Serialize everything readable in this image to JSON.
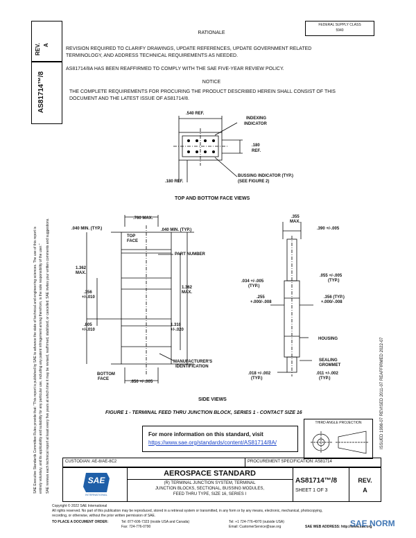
{
  "left_notice": {
    "line1": "SAE Executive Standards Committee Rules provide that: \"This report is published by SAE to advance the state of technical and engineering sciences. The use of this report is",
    "line2": "entirely voluntary, and its applicability and suitability for any particular use, including any patent infringement arising therefrom, is the sole responsibility of the user.\"",
    "line3": "SAE reviews each technical report at least every five years at which time it may be revised, reaffirmed, stabilized, or cancelled. SAE invites your written comments and suggestions."
  },
  "rev_block": {
    "label": "REV.",
    "value": "A"
  },
  "doc_id_vertical": "AS81714™/8",
  "date_block": {
    "label": "FEDERAL SUPPLY CLASS",
    "value": "5940"
  },
  "rationale": {
    "heading": "RATIONALE",
    "para1_line1": "REVISION REQUIRED TO CLARIFY DRAWINGS, UPDATE REFERENCES, UPDATE GOVERNMENT RELATED",
    "para1_line2": "TERMINOLOGY, AND ADDRESS TECHNICAL REQUIREMENTS AS NEEDED.",
    "para2": "AS81714/8A HAS BEEN REAFFIRMED TO COMPLY WITH THE SAE FIVE-YEAR REVIEW POLICY."
  },
  "notice": {
    "heading": "NOTICE",
    "line1": "THE COMPLETE REQUIREMENTS FOR PROCURING THE PRODUCT DESCRIBED HEREIN SHALL CONSIST OF THIS",
    "line2": "DOCUMENT AND THE LATEST ISSUE OF AS81714/8."
  },
  "top_view": {
    "dim_width": ".540 REF.",
    "indexing": "INDEXING",
    "indicator": "INDICATOR",
    "dim_180_right": ".180",
    "ref_right": "REF.",
    "bussing": "BUSSING INDICATOR (TYP.)",
    "see_fig": "(SEE FIGURE 2)",
    "dim_180_bottom": ".180 REF.",
    "cl": "ℂ",
    "caption": "TOP AND BOTTOM FACE VIEWS"
  },
  "front_view": {
    "dim_760": ".760 MAX.",
    "dim_040_left": ".040 MIN. (TYP.)",
    "top_face_1": "TOP",
    "top_face_2": "FACE",
    "dim_040_right": ".040 MIN. (TYP.)",
    "part_number": "PART NUMBER",
    "dim_1362_left_a": "1.362",
    "dim_1362_left_b": "MAX.",
    "dim_356_a": ".356",
    "dim_356_b": "+/-.010",
    "dim_1362_right_a": "1.362",
    "dim_1362_right_b": "MAX.",
    "dim_805_a": ".805",
    "dim_805_b": "+/-.010",
    "dim_1310_a": "1.310",
    "dim_1310_b": "+/-.020",
    "manufacturer_a": "MANUFACTURER'S",
    "manufacturer_b": "IDENTIFICATION",
    "bottom_face_a": "BOTTOM",
    "bottom_face_b": "FACE",
    "dim_650": ".650 +/-.005"
  },
  "side_view": {
    "dim_355_a": ".355",
    "dim_355_b": "MAX.",
    "dim_390": ".390 +/-.005",
    "dim_034_a": ".034 +/-.005",
    "dim_034_b": "(TYP.)",
    "dim_055_a": ".055 +/-.005",
    "dim_055_b": "(TYP.)",
    "dim_255_a": ".255",
    "dim_255_b": "+.000/-.008",
    "dim_356_a": ".356 (TYP.)",
    "dim_356_b": "+.000/-.008",
    "housing": "HOUSING",
    "sealing_a": "SEALING",
    "sealing_b": "GROMMET",
    "dim_018": ".018 +/-.002",
    "dim_018_typ": "(TYP.)",
    "dim_011": ".011 +/-.002",
    "dim_011_typ": "(TYP.)",
    "caption": "SIDE VIEWS"
  },
  "figure_caption": "FIGURE 1 - TERMINAL FEED THRU JUNCTION BLOCK, SERIES 1 - CONTACT SIZE 16",
  "right_vertical": "ISSUED 1998-07    REVISED 2011-07    REAFFIRMED 2022-07",
  "third_angle": "THIRD ANGLE PROJECTION",
  "more_info": {
    "line1": "For more information on this standard, visit",
    "url": "https://www.sae.org/standards/content/AS81714/8A/"
  },
  "custodian": "CUSTODIAN: AE-8/AE-8C2",
  "procurement": "PROCUREMENT SPECIFICATION: AS81714",
  "title_block": {
    "heading": "AEROSPACE STANDARD",
    "desc1": "(R) TERMINAL JUNCTION SYSTEM, TERMINAL",
    "desc2": "JUNCTION BLOCKS, SECTIONAL, BUSSING MODULES,",
    "desc3": "FEED THRU TYPE, SIZE 16, SERIES I",
    "doc_id": "AS81714™/8",
    "sheet": "SHEET 1 OF 3",
    "rev_label": "REV.",
    "rev_value": "A",
    "logo": "SAE",
    "logo_sub": "INTERNATIONAL"
  },
  "footer": {
    "copyright": "Copyright © 2022 SAE International",
    "rights": "All rights reserved. No part of this publication may be reproduced, stored in a retrieval system or transmitted, in any form or by any means, electronic, mechanical, photocopying,",
    "rights2": "recording, or otherwise, without the prior written permission of SAE.",
    "order": "TO PLACE A DOCUMENT ORDER:",
    "tel": "Tel: 877-606-7323 (inside USA and Canada)",
    "tel2": "Tel: +1 724-776-4970 (outside USA)",
    "fax": "Fax: 724-776-0790",
    "email": "Email: CustomerService@sae.org",
    "web": "SAE WEB ADDRESS: http://www.sae.org",
    "watermark": "SAE NORM"
  },
  "colors": {
    "link": "#1a44c8",
    "logo_blue": "#1f5fa8"
  }
}
